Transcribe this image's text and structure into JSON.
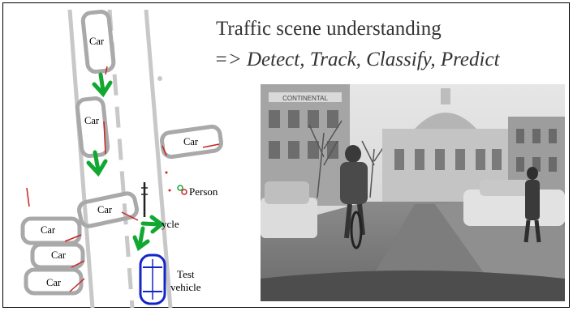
{
  "title": "Traffic scene understanding",
  "subtitle": "=> Detect, Track, Classify, Predict",
  "labels": {
    "car": "Car",
    "person": "Person",
    "bicycle_partial": "ycle",
    "test_vehicle_line1": "Test",
    "test_vehicle_line2": "vehicle"
  },
  "colors": {
    "road_lines": "#c8c8c8",
    "car_outline": "#a9a9a9",
    "motion_arrow": "#11a832",
    "test_vehicle": "#1426c8",
    "sensor_returns": "#cc2222"
  },
  "photo": {
    "description_free": true,
    "store_sign": "CONTINENTAL"
  }
}
